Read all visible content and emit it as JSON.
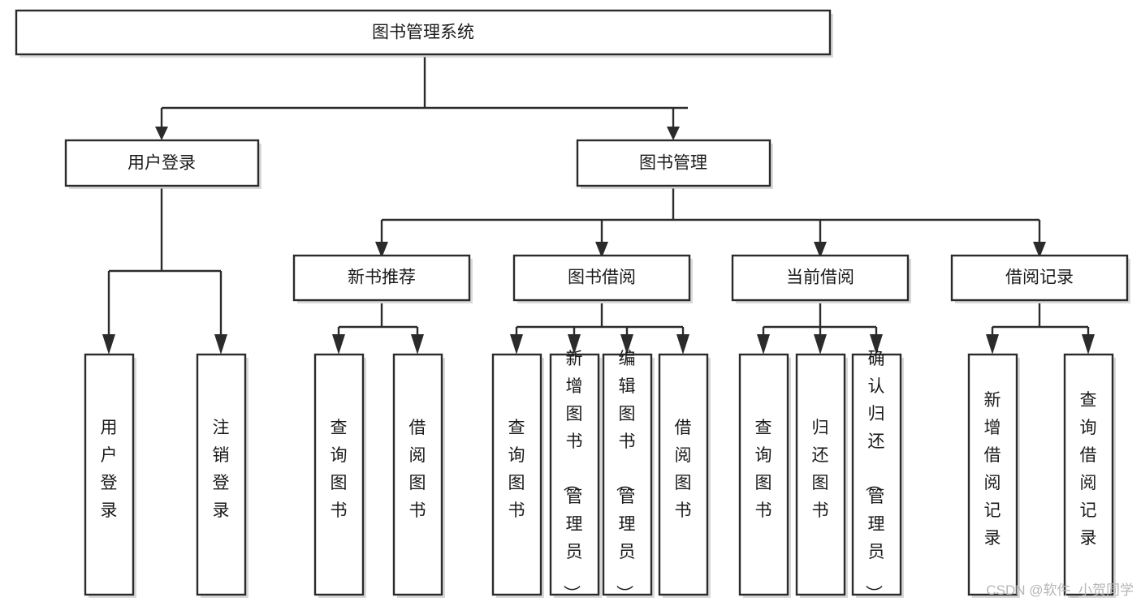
{
  "diagram": {
    "title": "图书管理系统",
    "type": "hierarchy-tree",
    "root": {
      "id": "root",
      "label": "图书管理系统",
      "orientation": "horizontal"
    },
    "level2": [
      {
        "id": "user-login",
        "label": "用户登录",
        "orientation": "horizontal"
      },
      {
        "id": "book-manage",
        "label": "图书管理",
        "orientation": "horizontal"
      }
    ],
    "level3": [
      {
        "id": "new-book-recommend",
        "label": "新书推荐",
        "orientation": "horizontal",
        "parent": "book-manage"
      },
      {
        "id": "book-borrow",
        "label": "图书借阅",
        "orientation": "horizontal",
        "parent": "book-manage"
      },
      {
        "id": "current-borrow",
        "label": "当前借阅",
        "orientation": "horizontal",
        "parent": "book-manage"
      },
      {
        "id": "borrow-record",
        "label": "借阅记录",
        "orientation": "horizontal",
        "parent": "book-manage"
      }
    ],
    "leaves": [
      {
        "id": "leaf-user-login",
        "label": "用户登录",
        "orientation": "vertical",
        "parent": "user-login"
      },
      {
        "id": "leaf-user-logout",
        "label": "注销登录",
        "orientation": "vertical",
        "parent": "user-login"
      },
      {
        "id": "leaf-query-book-1",
        "label": "查询图书",
        "orientation": "vertical",
        "parent": "new-book-recommend"
      },
      {
        "id": "leaf-borrow-book-1",
        "label": "借阅图书",
        "orientation": "vertical",
        "parent": "new-book-recommend"
      },
      {
        "id": "leaf-query-book-2",
        "label": "查询图书",
        "orientation": "vertical",
        "parent": "book-borrow"
      },
      {
        "id": "leaf-add-book",
        "label": "新增图书（管理员）",
        "orientation": "vertical",
        "parent": "book-borrow"
      },
      {
        "id": "leaf-edit-book",
        "label": "编辑图书（管理员）",
        "orientation": "vertical",
        "parent": "book-borrow"
      },
      {
        "id": "leaf-borrow-book-2",
        "label": "借阅图书",
        "orientation": "vertical",
        "parent": "book-borrow"
      },
      {
        "id": "leaf-query-book-3",
        "label": "查询图书",
        "orientation": "vertical",
        "parent": "current-borrow"
      },
      {
        "id": "leaf-return-book",
        "label": "归还图书",
        "orientation": "vertical",
        "parent": "current-borrow"
      },
      {
        "id": "leaf-confirm-return",
        "label": "确认归还（管理员）",
        "orientation": "vertical",
        "parent": "current-borrow"
      },
      {
        "id": "leaf-add-record",
        "label": "新增借阅记录",
        "orientation": "vertical",
        "parent": "borrow-record"
      },
      {
        "id": "leaf-query-record",
        "label": "查询借阅记录",
        "orientation": "vertical",
        "parent": "borrow-record"
      }
    ],
    "colors": {
      "background": "#ffffff",
      "box_fill": "#ffffff",
      "box_stroke": "#2b2b2b",
      "text": "#1a1a1a",
      "watermark": "#b6b6b6"
    }
  },
  "watermark": {
    "text": "CSDN @软件_小贺同学"
  }
}
